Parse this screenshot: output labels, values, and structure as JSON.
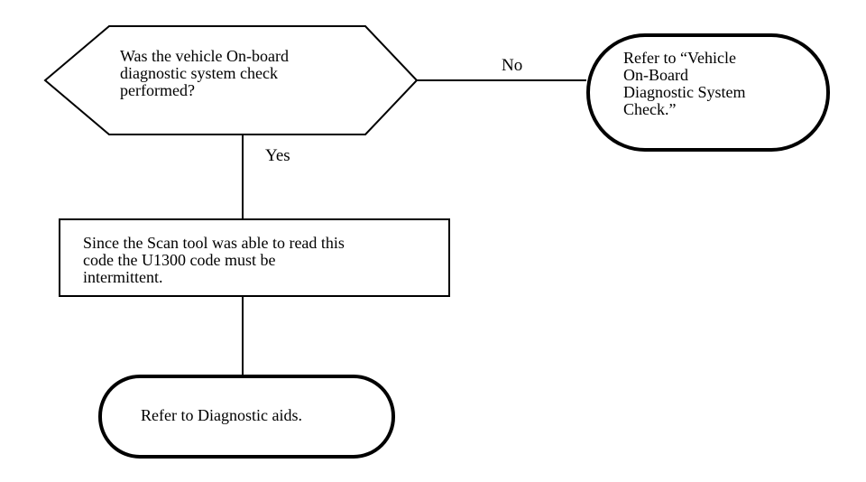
{
  "flowchart": {
    "decision": {
      "text": "Was the vehicle On-board\ndiagnostic system check\nperformed?"
    },
    "no_label": "No",
    "yes_label": "Yes",
    "no_terminal": {
      "text": "Refer to “Vehicle\nOn-Board\nDiagnostic System\nCheck.”"
    },
    "process": {
      "text": "Since the Scan tool was able to read this\ncode the U1300 code must be\nintermittent."
    },
    "final_terminal": {
      "text": "Refer to Diagnostic aids."
    }
  }
}
